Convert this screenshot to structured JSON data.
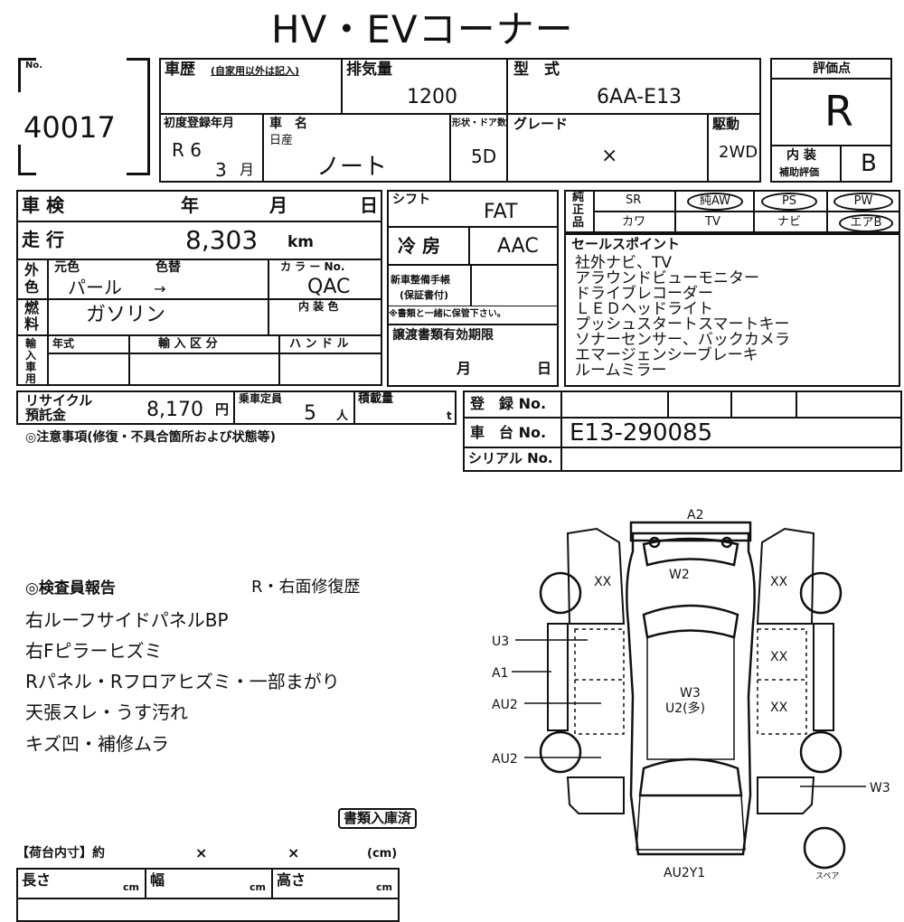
{
  "title": "HV・EVコーナー",
  "lot": {
    "no_label": "No.",
    "number": "40017"
  },
  "history": {
    "label": "車歴",
    "note": "(自家用以外は記入)"
  },
  "displacement": {
    "label": "排気量",
    "value": "1200"
  },
  "model_code": {
    "label": "型　式",
    "value": "6AA-E13"
  },
  "grade_box": {
    "label": "評価点",
    "value": "R",
    "interior_label": "内 装",
    "interior_sub": "補助評価",
    "interior_value": "B"
  },
  "first_reg": {
    "label": "初度登録年月",
    "era": "R 6",
    "month": "3",
    "month_unit": "月"
  },
  "car_name": {
    "label": "車　名",
    "maker": "日産",
    "value": "ノート"
  },
  "body": {
    "label": "形状・ドア数",
    "value": "5D"
  },
  "grade": {
    "label": "グレード",
    "value": "×"
  },
  "drive": {
    "label": "駆動",
    "value": "2WD"
  },
  "inspection": {
    "label": "車 検",
    "year": "年",
    "month": "月",
    "day": "日"
  },
  "mileage": {
    "label": "走 行",
    "value": "8,303",
    "unit": "km"
  },
  "color": {
    "side_label_1": "外",
    "side_label_2": "色",
    "orig_label": "元色",
    "change_label": "色替",
    "value": "パール",
    "arrow": "→",
    "code_label": "カ ラ ー No.",
    "code_value": "QAC",
    "interior_color_label": "内 装 色"
  },
  "fuel": {
    "side_label_1": "燃",
    "side_label_2": "料",
    "value": "ガソリン"
  },
  "import": {
    "side_label": "輸入車用",
    "year_label": "年式",
    "type_label": "輸 入 区 分",
    "handle_label": "ハ ン ド ル"
  },
  "shift": {
    "label": "シフト",
    "value": "FAT"
  },
  "ac": {
    "label": "冷 房",
    "value": "AAC"
  },
  "warranty": {
    "label_1": "新車整備手帳",
    "label_2": "(保証書付)",
    "note": "※書類と一緒に保管下さい。"
  },
  "transfer": {
    "label": "譲渡書類有効期限",
    "month": "月",
    "day": "日"
  },
  "equipment": {
    "side_label": [
      "純",
      "正",
      "品"
    ],
    "row1": [
      "SR",
      "純AW",
      "PS",
      "PW"
    ],
    "row2": [
      "カワ",
      "TV",
      "ナビ",
      "エアB"
    ]
  },
  "sales_points": {
    "label": "セールスポイント",
    "lines": [
      "社外ナビ、TV",
      "アラウンドビューモニター",
      "ドライブレコーダー",
      "ＬＥＤヘッドライト",
      "プッシュスタートスマートキー",
      "ソナーセンサー、バックカメラ",
      "エマージェンシーブレーキ",
      "ルームミラー"
    ]
  },
  "recycle": {
    "label_1": "リサイクル",
    "label_2": "預託金",
    "value": "8,170",
    "unit": "円"
  },
  "capacity": {
    "label": "乗車定員",
    "value": "5",
    "unit": "人"
  },
  "load": {
    "label": "積載量",
    "unit": "t"
  },
  "registration": {
    "reg_label": "登　録 No.",
    "chassis_label": "車　台 No.",
    "chassis_value": "E13-290085",
    "serial_label": "シリアル No."
  },
  "caution_label": "◎注意事項(修復・不具合箇所および状態等)",
  "inspector": {
    "label": "◎検査員報告",
    "header_note": "R・右面修復歴",
    "lines": [
      "右ルーフサイドパネルBP",
      "右Fピラーヒズミ",
      "Rパネル・Rフロアヒズミ・一部まがり",
      "天張スレ・うす汚れ",
      "キズ凹・補修ムラ"
    ]
  },
  "docs_stamp": "書類入庫済",
  "cargo": {
    "label": "【荷台内寸】約",
    "x1": "×",
    "x2": "×",
    "unit": "(cm)",
    "length": "長さ",
    "width": "幅",
    "height": "高さ",
    "cm": "cm"
  },
  "diagram": {
    "a2": "A2",
    "w2": "W2",
    "xx": "XX",
    "u3": "U3",
    "a1": "A1",
    "au2": "AU2",
    "w3": "W3",
    "u2": "U2(多)",
    "au2y1": "AU2Y1",
    "spare": "スペア"
  }
}
